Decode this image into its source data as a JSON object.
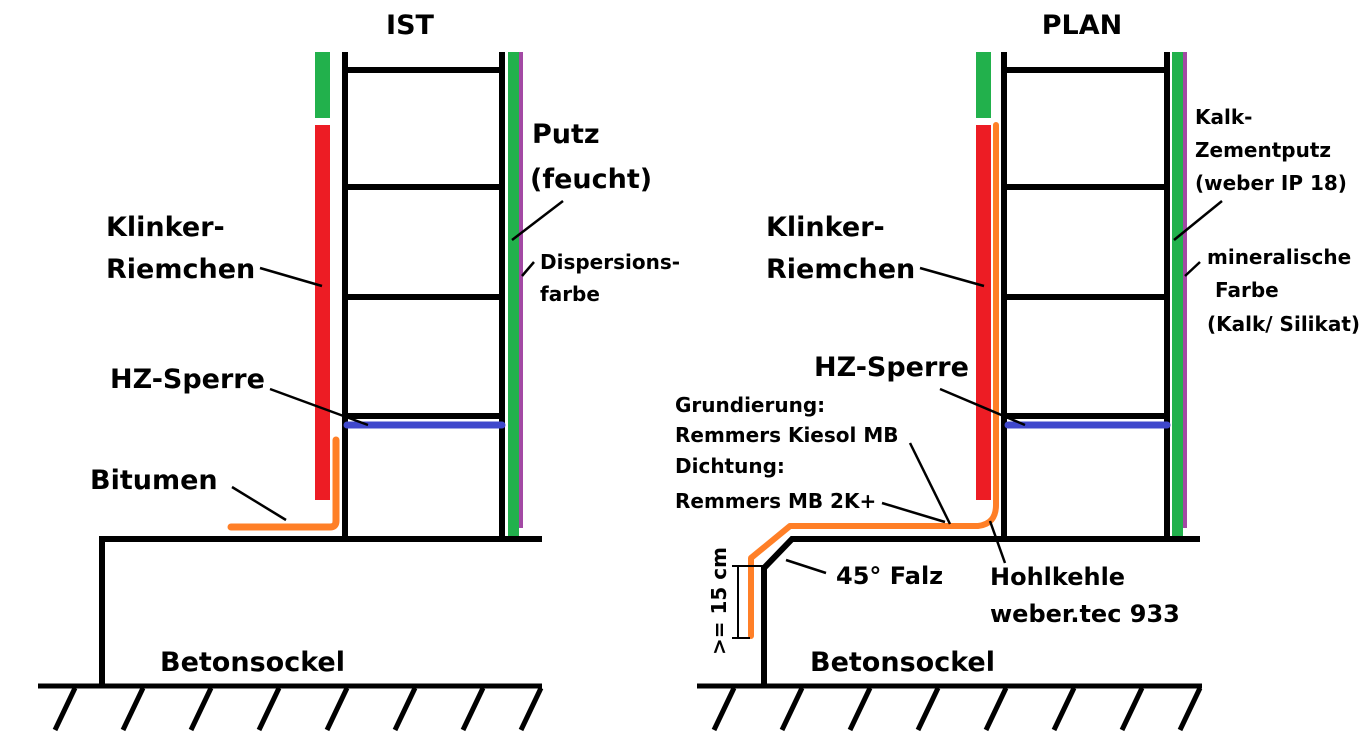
{
  "colors": {
    "structure": "#000000",
    "clinker": "#ed1c24",
    "plaster": "#22b14c",
    "paint": "#a349a4",
    "barrier": "#3f48cc",
    "waterproofing": "#ff7f27",
    "background": "#ffffff"
  },
  "ist": {
    "title": "IST",
    "clinker_label": [
      "Klinker-",
      "Riemchen"
    ],
    "barrier_label": "HZ-Sperre",
    "bitumen_label": "Bitumen",
    "plaster_label": [
      "Putz",
      "(feucht)"
    ],
    "paint_label": [
      "Dispersions-",
      "farbe"
    ],
    "base_label": "Betonsockel"
  },
  "plan": {
    "title": "PLAN",
    "clinker_label": [
      "Klinker-",
      "Riemchen"
    ],
    "barrier_label": "HZ-Sperre",
    "coating_label": [
      "Grundierung:",
      "Remmers Kiesol MB",
      "Dichtung:",
      "Remmers MB 2K+"
    ],
    "plaster_label": [
      "Kalk-",
      "Zementputz",
      "(weber IP 18)"
    ],
    "paint_label": [
      "mineralische",
      "Farbe",
      "(Kalk/ Silikat)"
    ],
    "chamfer_label": "45° Falz",
    "cove_label": [
      "Hohlkehle",
      "weber.tec 933"
    ],
    "height_label": ">= 15 cm",
    "base_label": "Betonsockel"
  }
}
